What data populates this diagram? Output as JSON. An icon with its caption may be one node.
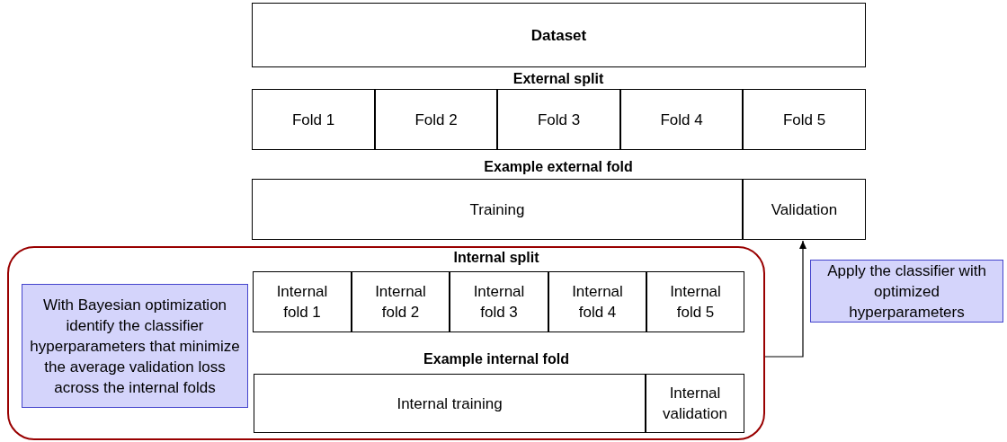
{
  "diagram": {
    "nodes": [
      {
        "text": [
          "Dataset"
        ]
      },
      {
        "text": [
          "Fold 1"
        ]
      },
      {
        "text": [
          "Fold 2"
        ]
      },
      {
        "text": [
          "Fold 3"
        ]
      },
      {
        "text": [
          "Fold 4"
        ]
      },
      {
        "text": [
          "Fold 5"
        ]
      },
      {
        "text": [
          "Training"
        ]
      },
      {
        "text": [
          "Validation"
        ]
      },
      {
        "text": [],
        "shape": "box"
      },
      {
        "text": [
          "With Bayesian optimization identify the classifier hyperparameters that minimize the average validation loss across the internal folds"
        ],
        "in": 8
      },
      {
        "text": [
          "Internal fold 1"
        ],
        "in": 8
      },
      {
        "text": [
          "Internal fold 2"
        ],
        "in": 8
      },
      {
        "text": [
          "Internal fold 3"
        ],
        "in": 8
      },
      {
        "text": [
          "Internal fold 4"
        ],
        "in": 8
      },
      {
        "text": [
          "Internal fold 5"
        ],
        "in": 8
      },
      {
        "text": [
          "Internal training"
        ],
        "in": 8
      },
      {
        "text": [
          "Internal validation"
        ],
        "in": 8
      },
      {
        "text": [
          "Apply the classifier with optimized hyperparameters"
        ]
      }
    ],
    "edges": [
      {
        "from": 8,
        "to": 7,
        "arrow": "to"
      }
    ],
    "labels": [
      "External split",
      "Example external fold",
      "Internal split",
      "Example internal fold"
    ]
  }
}
